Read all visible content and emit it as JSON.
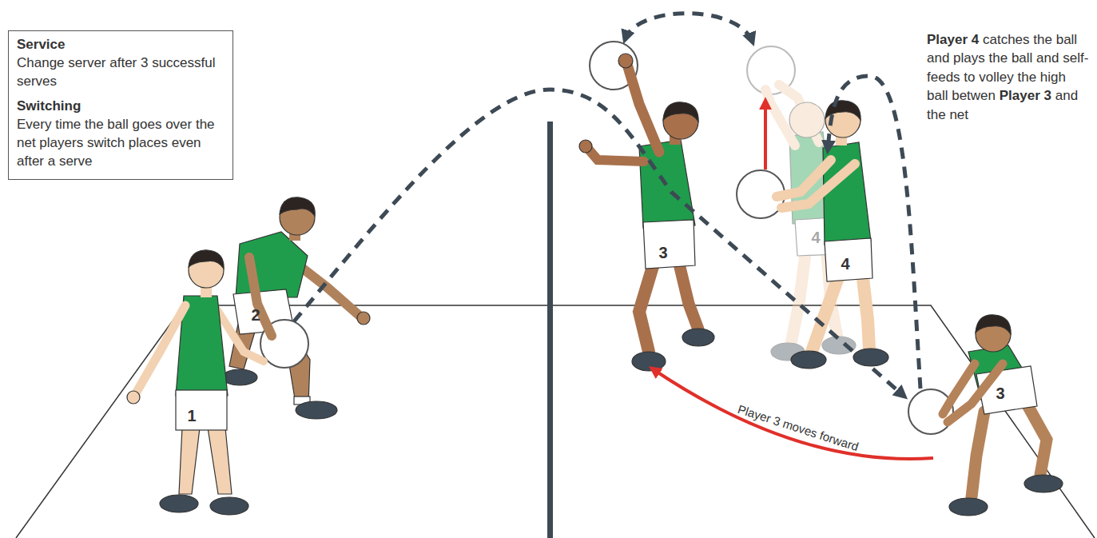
{
  "diagram": {
    "nodes": [
      {
        "text": [
          "Service",
          "Change server after 3 successful serves",
          "Switching",
          "Every time the ball goes over the net players switch places even after a serve"
        ]
      }
    ],
    "labels": [
      "Player 4 catches the ball and plays the ball and self-feeds to volley the high ball betwen Player 3 and the net",
      "1",
      "2",
      "3",
      "4",
      "4",
      "3",
      "Player 3 moves forward"
    ]
  }
}
